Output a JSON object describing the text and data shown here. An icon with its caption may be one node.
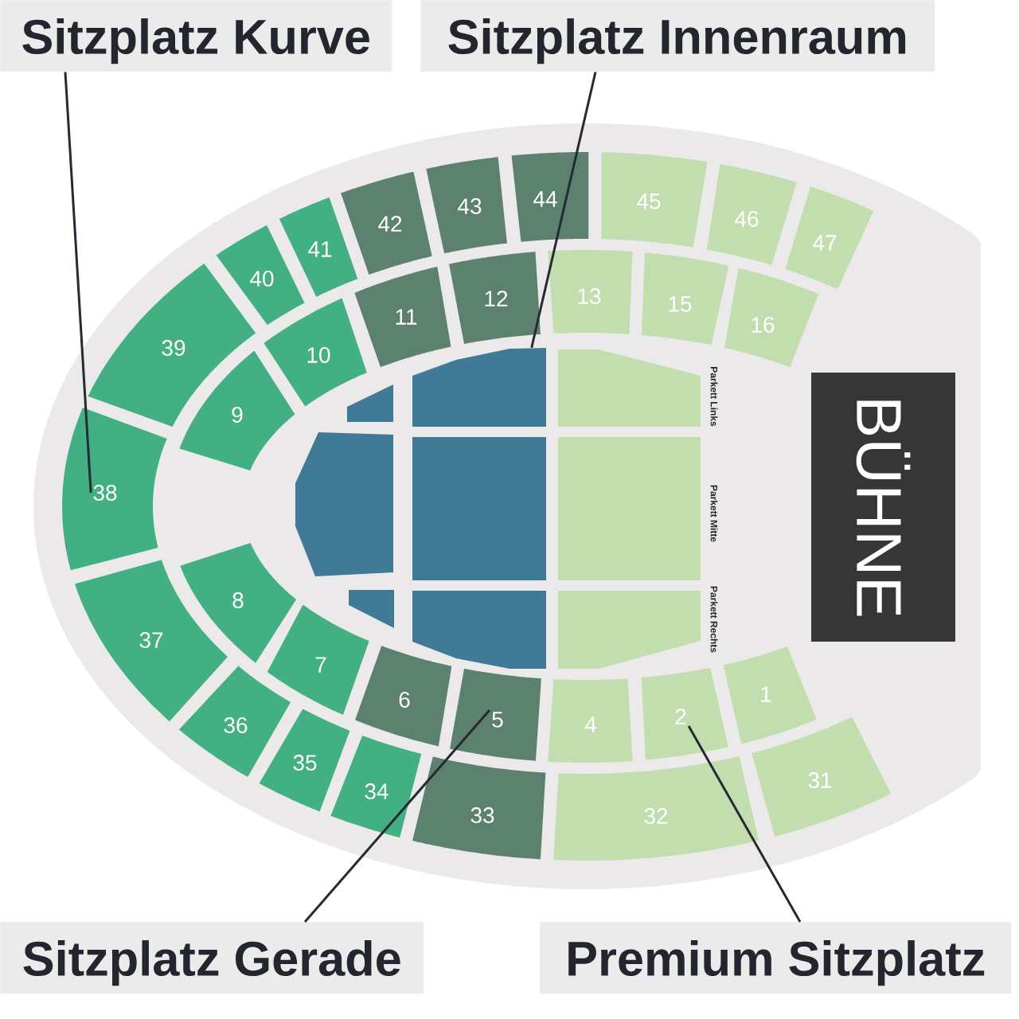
{
  "diagram": {
    "nodes": [
      {
        "text": [
          "Sitzplatz Kurve"
        ]
      },
      {
        "text": [
          "Sitzplatz Innenraum"
        ]
      },
      {
        "text": [
          "39"
        ]
      },
      {
        "text": [
          "40"
        ]
      },
      {
        "text": [
          "41"
        ]
      },
      {
        "text": [
          "42"
        ]
      },
      {
        "text": [
          "43"
        ]
      },
      {
        "text": [
          "44"
        ]
      },
      {
        "text": [
          "45"
        ]
      },
      {
        "text": [
          "46"
        ]
      },
      {
        "text": [
          "47"
        ]
      },
      {
        "text": [
          "9"
        ]
      },
      {
        "text": [
          "10"
        ]
      },
      {
        "text": [
          "11"
        ]
      },
      {
        "text": [
          "12"
        ]
      },
      {
        "text": [
          "13"
        ]
      },
      {
        "text": [
          "15"
        ]
      },
      {
        "text": [
          "16"
        ]
      },
      {
        "text": [],
        "shape": "box"
      },
      {
        "text": [],
        "shape": "box"
      },
      {
        "text": [],
        "shape": "box",
        "beside": [
          "Parkett Links"
        ]
      },
      {
        "text": [
          "BÜHNE"
        ]
      },
      {
        "text": [],
        "shape": "box"
      },
      {
        "text": [],
        "shape": "box"
      },
      {
        "text": [],
        "shape": "box",
        "beside": [
          "Parkett Mitte"
        ]
      },
      {
        "text": [],
        "shape": "box"
      },
      {
        "text": [],
        "shape": "box"
      },
      {
        "text": [],
        "shape": "box",
        "beside": [
          "Parkett Rechts"
        ]
      },
      {
        "text": [
          "38"
        ]
      },
      {
        "text": [
          "8"
        ]
      },
      {
        "text": [
          "7"
        ]
      },
      {
        "text": [
          "6"
        ]
      },
      {
        "text": [
          "5"
        ]
      },
      {
        "text": [
          "4"
        ]
      },
      {
        "text": [
          "2"
        ]
      },
      {
        "text": [
          "1"
        ]
      },
      {
        "text": [
          "37"
        ]
      },
      {
        "text": [
          "36"
        ]
      },
      {
        "text": [
          "35"
        ]
      },
      {
        "text": [
          "34"
        ]
      },
      {
        "text": [
          "33"
        ]
      },
      {
        "text": [
          "32"
        ]
      },
      {
        "text": [
          "31"
        ]
      },
      {
        "text": [
          "Sitzplatz Gerade"
        ]
      },
      {
        "text": [
          "Premium Sitzplatz"
        ]
      }
    ],
    "edges": [
      {
        "from": 0,
        "to": 28,
        "arrow": "none"
      },
      {
        "from": 1,
        "to": 19,
        "arrow": "none"
      },
      {
        "from": 43,
        "to": 32,
        "arrow": "none"
      },
      {
        "from": 44,
        "to": 34,
        "arrow": "none"
      }
    ]
  }
}
